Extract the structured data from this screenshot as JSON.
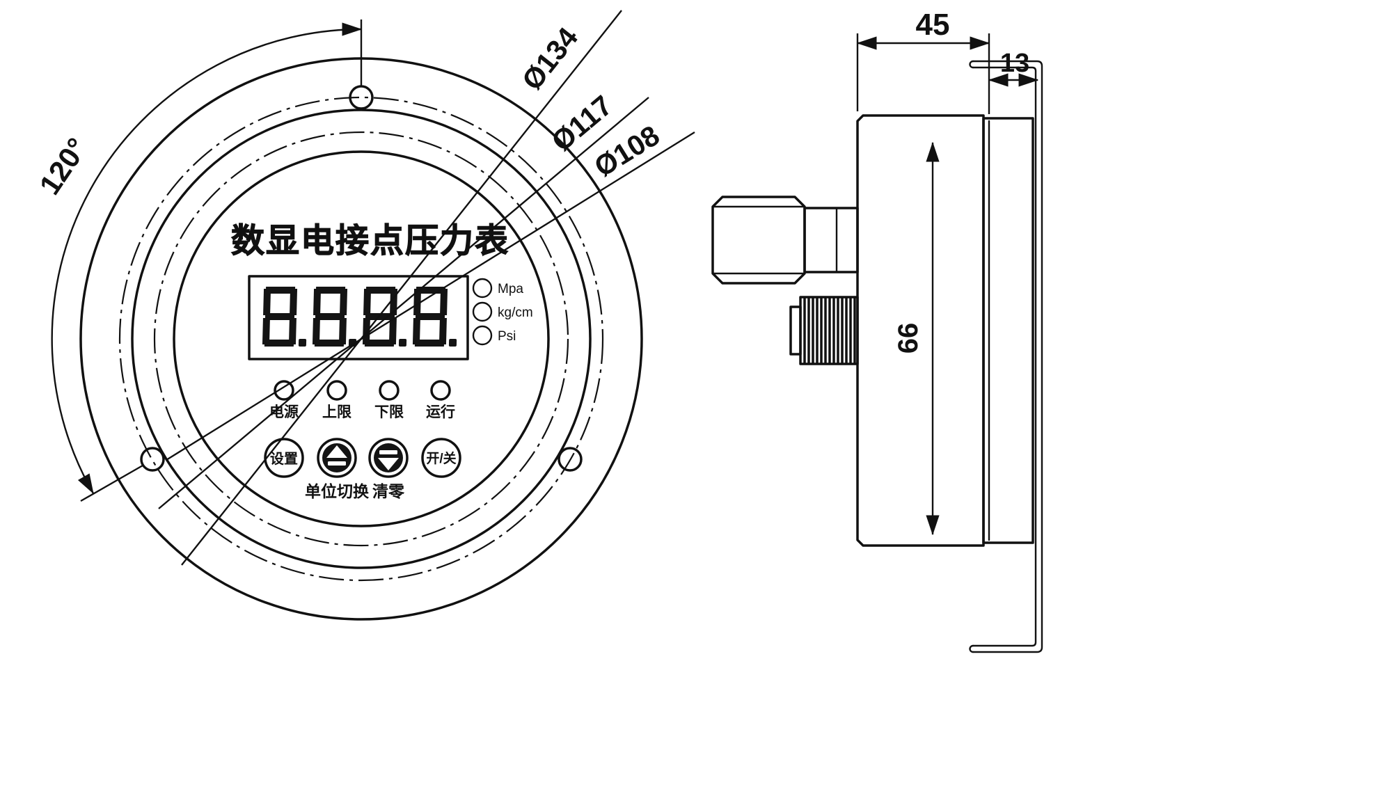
{
  "title": "数显电接点压力表",
  "display": {
    "value": "8.8.8.8."
  },
  "units": [
    {
      "label": "Mpa"
    },
    {
      "label": "kg/cm"
    },
    {
      "label": "Psi"
    }
  ],
  "leds": [
    {
      "label": "电源"
    },
    {
      "label": "上限"
    },
    {
      "label": "下限"
    },
    {
      "label": "运行"
    }
  ],
  "buttons": {
    "set_label": "设置",
    "power_label": "开/关",
    "unit_switch_label": "单位切换",
    "clear_label": "清零",
    "unit_switch_icon": "eject-up-triangle",
    "clear_icon": "eject-down-triangle"
  },
  "dimensions": {
    "front": {
      "angle": "120°",
      "outer_diameter": "Ø134",
      "bolt_circle": "Ø117",
      "case_diameter": "Ø108"
    },
    "side": {
      "depth": "45",
      "panel_gap": "13",
      "height": "66"
    }
  },
  "colors": {
    "ink": "#111111",
    "background": "#ffffff"
  }
}
